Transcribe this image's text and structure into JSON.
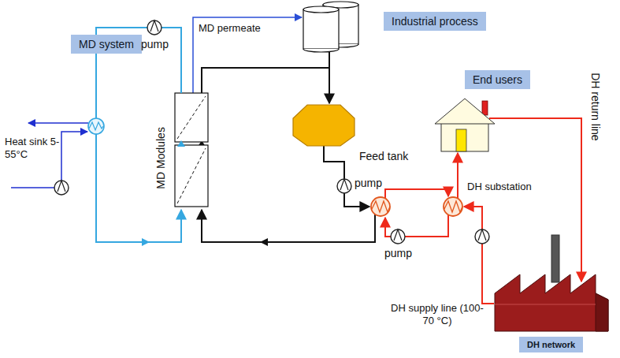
{
  "diagram": {
    "nodes": [
      {
        "text": [
          "MD system"
        ]
      },
      {
        "text": [
          "Industrial process"
        ]
      },
      {
        "text": [
          "End users"
        ]
      },
      {
        "text": [
          "DH network"
        ]
      }
    ],
    "labels": [
      "MD permeate",
      "pump",
      "Heat sink 5-55°C",
      "MD Modules",
      "Feed tank",
      "pump",
      "DH substation",
      "DH return line",
      "pump",
      "DH supply line (100-70 °C)"
    ]
  }
}
